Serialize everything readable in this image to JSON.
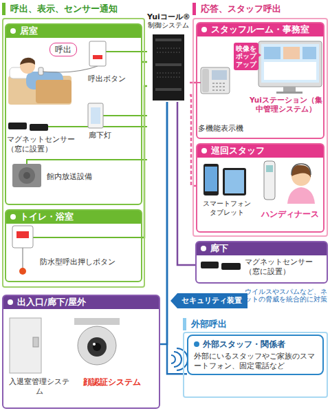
{
  "diagram": {
    "nodes": [
      {
        "text": [
          "呼出、表示、センサー通知"
        ]
      },
      {
        "text": [
          "居室"
        ],
        "in": 0
      },
      {
        "text": [
          "呼出"
        ],
        "in": 1
      },
      {
        "text": [
          "トイレ・浴室"
        ],
        "in": 0
      },
      {
        "text": [
          "Yuiコール®",
          "制御システム"
        ]
      },
      {
        "text": [
          "応答、スタッフ呼出"
        ]
      },
      {
        "text": [
          "スタッフルーム・事務室"
        ],
        "in": 5
      },
      {
        "text": [
          "映像をポップアップ"
        ],
        "in": 6
      },
      {
        "text": [
          "巡回スタッフ"
        ],
        "in": 5
      },
      {
        "text": [
          "廊下"
        ]
      },
      {
        "text": [
          "セキュリティ装置"
        ]
      },
      {
        "text": [
          "出入口/廊下/屋外"
        ]
      },
      {
        "text": [
          "外部呼出"
        ]
      },
      {
        "text": [
          "外部スタッフ・関係者",
          "外部にいるスタッフやご家族のスマートフォン、固定電話など"
        ],
        "in": 12
      }
    ],
    "edges": [
      {
        "from": 4,
        "to": 1,
        "arrow": "none"
      },
      {
        "from": 4,
        "to": 3,
        "arrow": "none"
      },
      {
        "from": 4,
        "to": 6,
        "arrow": "none"
      },
      {
        "from": 4,
        "to": 8,
        "arrow": "none"
      },
      {
        "from": 4,
        "to": 9,
        "arrow": "none"
      },
      {
        "from": 4,
        "to": 11,
        "arrow": "none"
      },
      {
        "from": 4,
        "to": 13,
        "arrow": "none"
      }
    ],
    "labels": [
      "呼出ボタン",
      "廊下灯",
      "マグネットセンサー（窓に設置）",
      "館内放送設備",
      "防水型呼出押しボタン",
      "Yuiステーション（集中管理システム）",
      "多機能表示機",
      "スマートフォン タブレット",
      "ハンディナース",
      "マグネットセンサー（窓に設置）",
      "ウイルスやスパムなど、ネットの脅威を統合的に対策",
      "入退室管理システム",
      "顔認証システム"
    ]
  }
}
